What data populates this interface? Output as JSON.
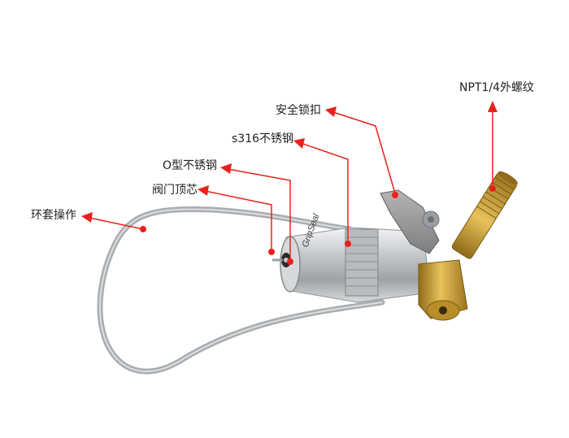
{
  "colors": {
    "accent_line": "#e8221b",
    "steel": "#c9ccd0",
    "brass": "#c9a23a",
    "handle": "#8f8f8f"
  },
  "product": {
    "brand_text": "GripSeal"
  },
  "callouts": [
    {
      "id": "npt",
      "label": "NPT1/4外螺纹"
    },
    {
      "id": "lock",
      "label": "安全锁扣"
    },
    {
      "id": "s316",
      "label": "s316不锈钢"
    },
    {
      "id": "oring",
      "label": "O型不锈钢"
    },
    {
      "id": "valve",
      "label": "阀门顶芯"
    },
    {
      "id": "ring",
      "label": "环套操作"
    }
  ]
}
